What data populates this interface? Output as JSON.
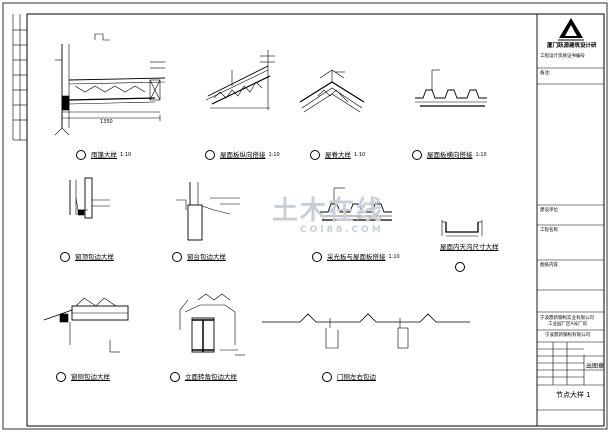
{
  "titleblock": {
    "institute": "厦门跃源建筑设计研",
    "institute_sub": "工程设计资质证书编号",
    "remark_label": "备注:",
    "owner_label": "建设单位",
    "project_label": "工程名称",
    "content_label": "图纸内容",
    "company": "宁波鼎新钢构实业有限公司",
    "project": "工业园厂区A号厂房",
    "firm": "宁波鼎新钢构有限公司",
    "drawing_title": "节点大样 1",
    "stamp": "出图章"
  },
  "details": [
    {
      "title": "雨篷大样",
      "scale": "1:10"
    },
    {
      "title": "屋面板纵向搭接",
      "scale": "1:10"
    },
    {
      "title": "屋脊大样",
      "scale": "1:10"
    },
    {
      "title": "屋面板横向搭接",
      "scale": "1:10"
    },
    {
      "title": "窗顶包边大样",
      "scale": ""
    },
    {
      "title": "窗台包边大样",
      "scale": ""
    },
    {
      "title": "采光板与屋面板搭接",
      "scale": "1:10"
    },
    {
      "title": "屋面内天沟尺寸大样",
      "scale": ""
    },
    {
      "title": "窗侧包边大样",
      "scale": ""
    },
    {
      "title": "立面转角包边大样",
      "scale": ""
    },
    {
      "title": "门侧左右包边",
      "scale": ""
    }
  ],
  "dims": {
    "canopy_width": "1350"
  },
  "watermark": {
    "main": "土木在线",
    "sub": "COI88.COM"
  }
}
